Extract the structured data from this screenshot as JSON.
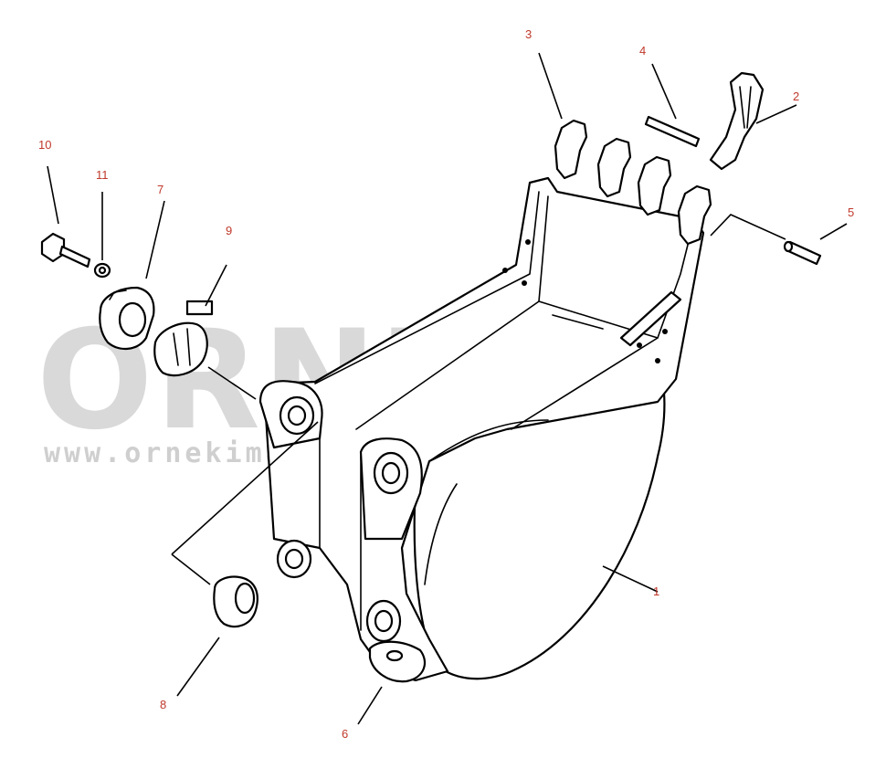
{
  "watermark": {
    "brand": "ORNEK",
    "url": "www.ornekimakinalari.com.tr"
  },
  "callouts": [
    {
      "id": "1",
      "label": "1"
    },
    {
      "id": "2",
      "label": "2"
    },
    {
      "id": "3",
      "label": "3"
    },
    {
      "id": "4",
      "label": "4"
    },
    {
      "id": "5",
      "label": "5"
    },
    {
      "id": "6",
      "label": "6"
    },
    {
      "id": "7",
      "label": "7"
    },
    {
      "id": "8",
      "label": "8"
    },
    {
      "id": "9",
      "label": "9"
    },
    {
      "id": "10",
      "label": "10"
    },
    {
      "id": "11",
      "label": "11"
    }
  ],
  "colors": {
    "callout_text": "#c0392b",
    "linework": "#000000",
    "watermark": "#d9d9d9"
  }
}
